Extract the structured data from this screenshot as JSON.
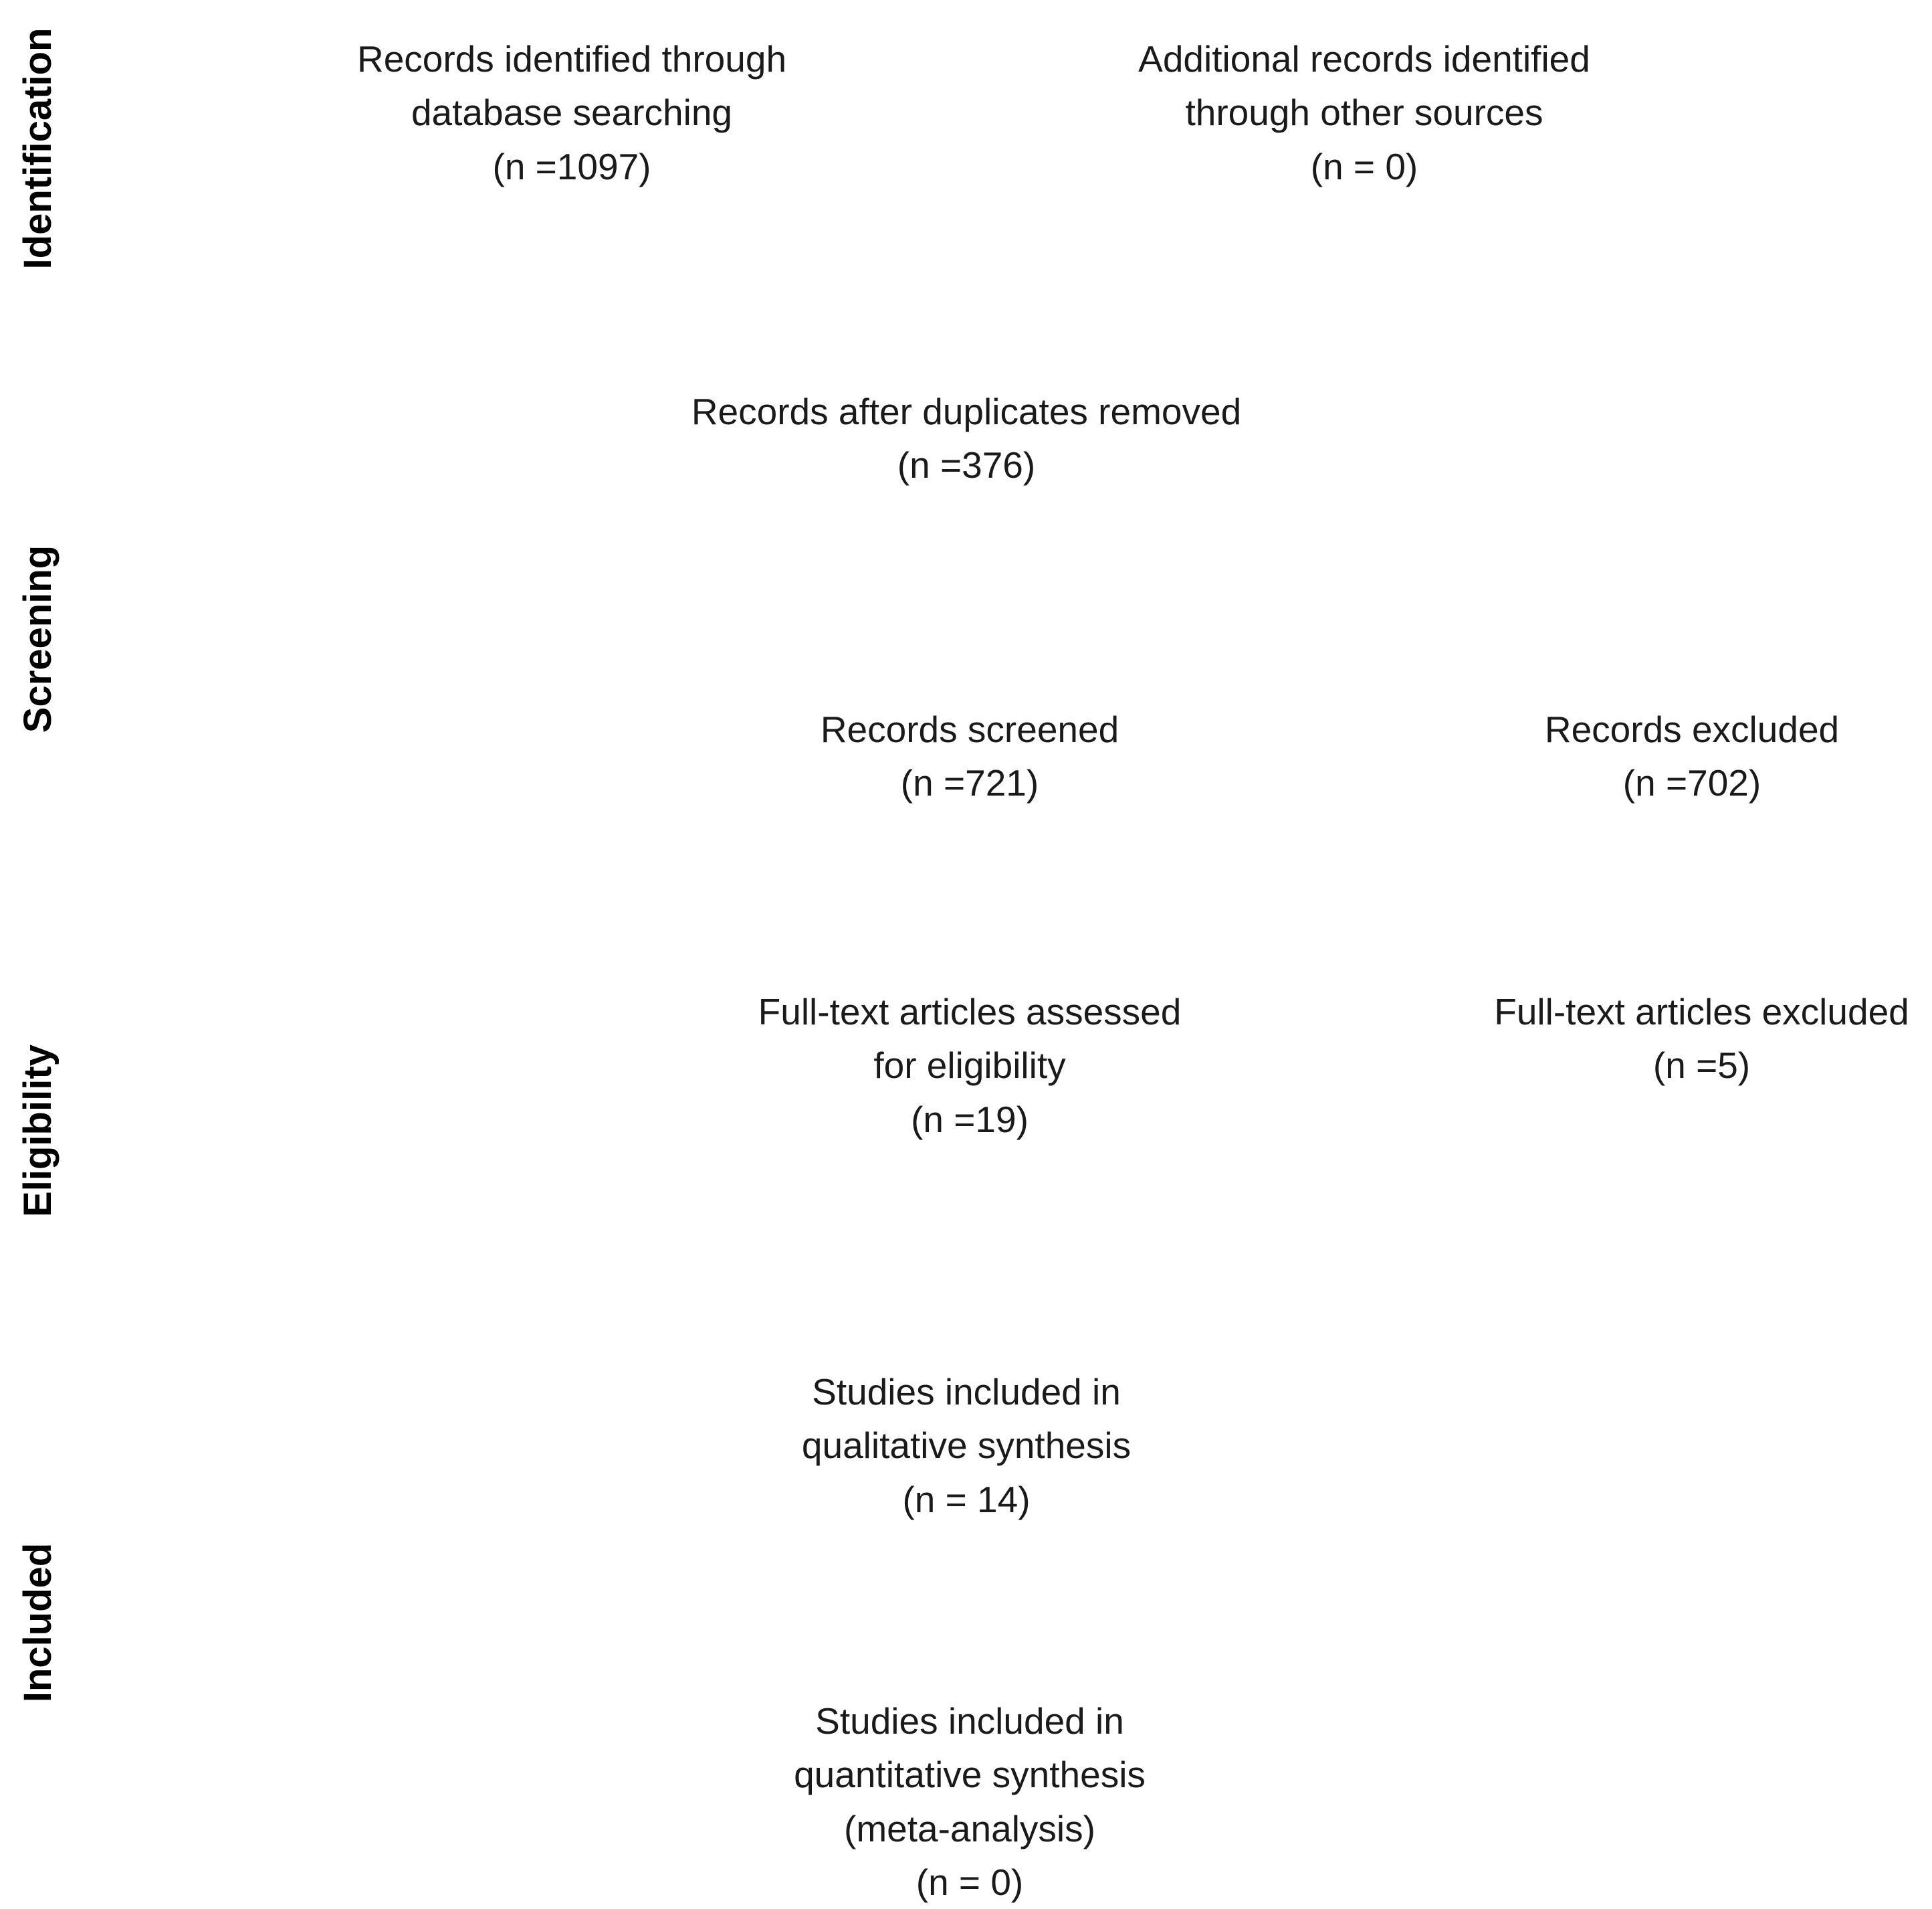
{
  "phases": {
    "identification": "Identification",
    "screening": "Screening",
    "eligibility": "Eligibility",
    "included": "Included"
  },
  "nodes": {
    "database_records": {
      "lines": [
        "Records identified through",
        "database searching",
        "(n =1097)"
      ]
    },
    "other_sources": {
      "lines": [
        "Additional records identified",
        "through other sources",
        "(n = 0)"
      ]
    },
    "after_duplicates": {
      "lines": [
        "Records after duplicates removed",
        "(n =376)"
      ]
    },
    "screened": {
      "lines": [
        "Records screened",
        "(n =721)"
      ]
    },
    "excluded": {
      "lines": [
        "Records excluded",
        "(n =702)"
      ]
    },
    "fulltext_assessed": {
      "lines": [
        "Full-text articles assessed",
        "for eligibility",
        "(n =19)"
      ]
    },
    "fulltext_excluded": {
      "lines": [
        "Full-text articles excluded",
        "(n =5)"
      ]
    },
    "qualitative": {
      "lines": [
        "Studies included in",
        "qualitative synthesis",
        "(n = 14)"
      ]
    },
    "quantitative": {
      "lines": [
        "Studies included in",
        "quantitative synthesis",
        "(meta-analysis)",
        "(n = 0)"
      ]
    }
  }
}
